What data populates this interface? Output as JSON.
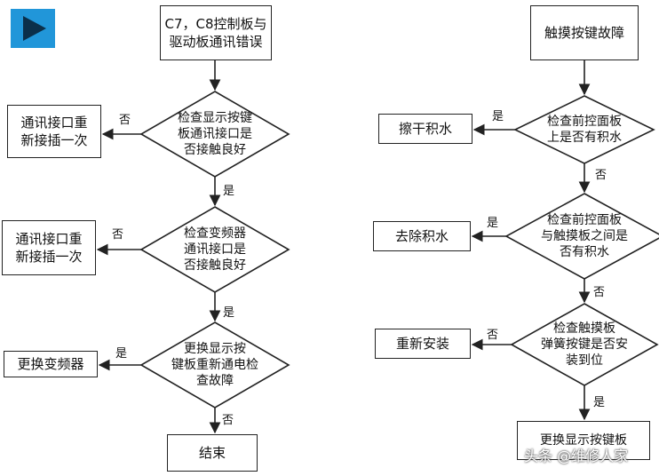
{
  "left_flow": {
    "start": "C7，C8控制板与\n驱动板通讯错误",
    "d1": "检查显示按键\n板通讯接口是\n否接触良好",
    "d1_no_action": "通讯接口重\n新接插一次",
    "d2": "检查变频器\n通讯接口是\n否接触良好",
    "d2_no_action": "通讯接口重\n新接插一次",
    "d3": "更换显示按\n键板重新通电检\n查故障",
    "d3_yes_action": "更换变频器",
    "end": "结束"
  },
  "right_flow": {
    "start": "触摸按键故障",
    "d1": "检查前控面板\n上是否有积水",
    "d1_yes_action": "擦干积水",
    "d2": "检查前控面板\n与触摸板之间是\n否有积水",
    "d2_yes_action": "去除积水",
    "d3": "检查触摸板\n弹簧按键是否安\n装到位",
    "d3_no_action": "重新安装",
    "end": "更换显示按键板"
  },
  "labels": {
    "yes": "是",
    "no": "否"
  },
  "watermark": "头条 @维修人家",
  "colors": {
    "play_icon": "#2196d9"
  }
}
